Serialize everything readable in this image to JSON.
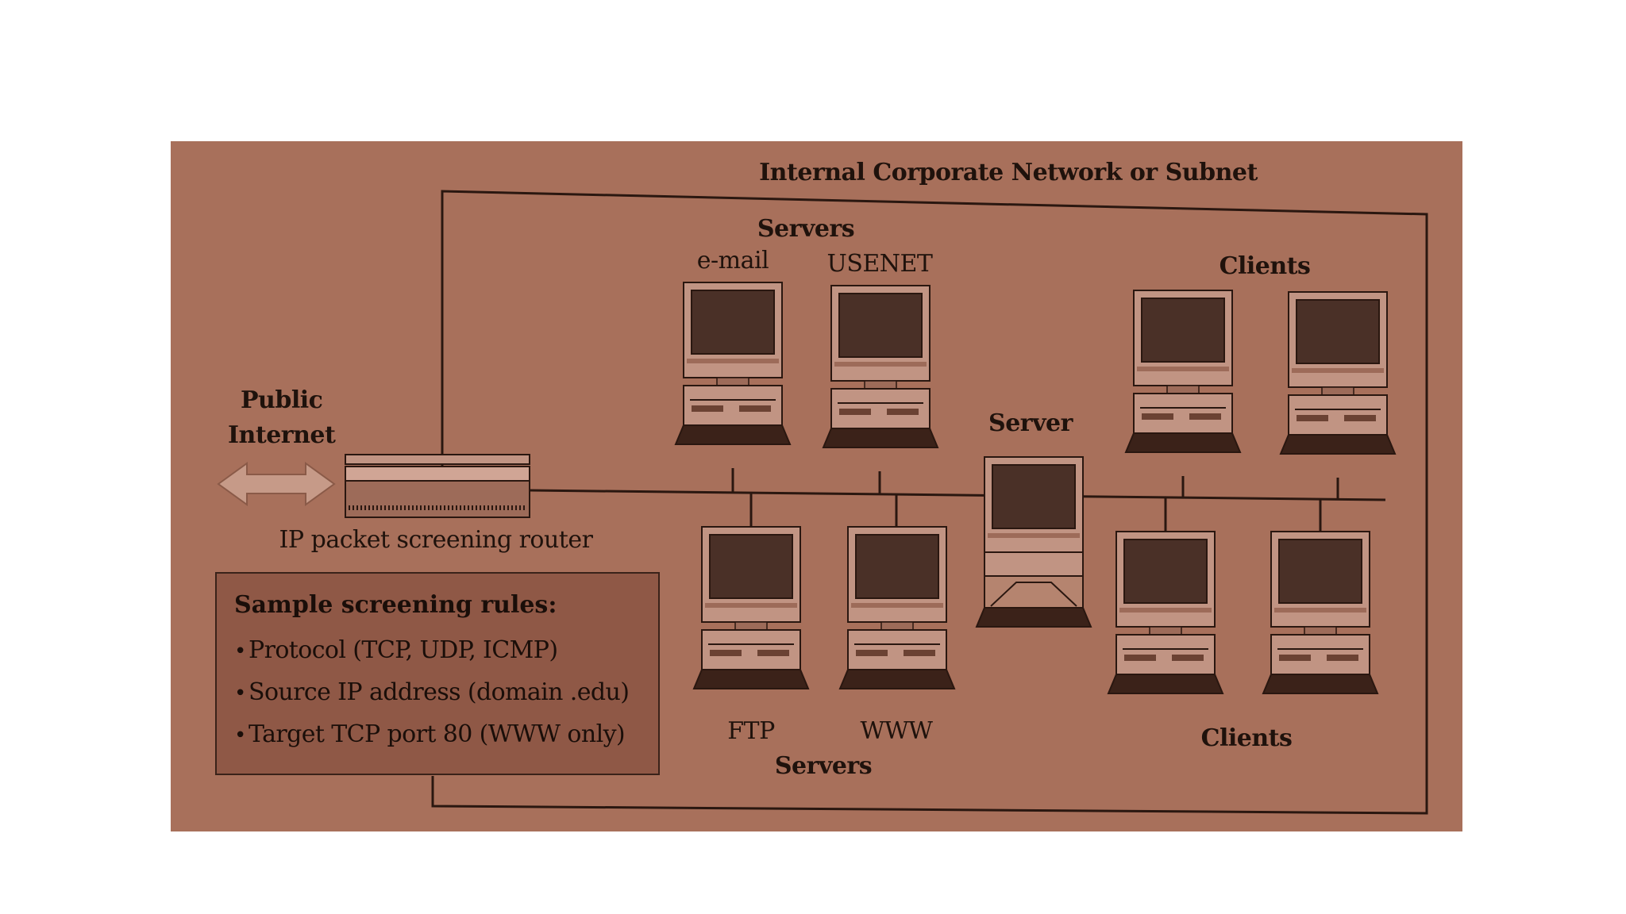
{
  "diagram": {
    "title": "Internal Corporate Network or Subnet",
    "public_internet": "Public\nInternet",
    "router_label": "IP packet screening router",
    "servers_top_heading": "Servers",
    "server_email": "e-mail",
    "server_usenet": "USENET",
    "clients_top_heading": "Clients",
    "middle_server": "Server",
    "server_ftp": "FTP",
    "server_www": "WWW",
    "servers_bottom_heading": "Servers",
    "clients_bottom_heading": "Clients"
  },
  "rules": {
    "title": "Sample screening rules:",
    "items": [
      "Protocol (TCP, UDP, ICMP)",
      "Source IP address (domain .edu)",
      "Target TCP port 80 (WWW only)"
    ]
  },
  "colors": {
    "background": "#a8705b",
    "ink": "#1f120c",
    "screen": "#4a3027"
  }
}
